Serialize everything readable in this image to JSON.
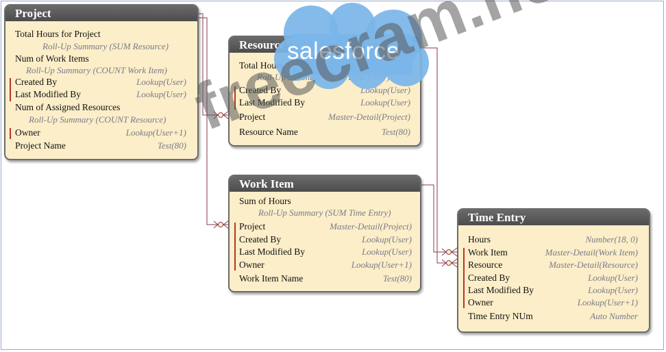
{
  "brand_text": "salesforce",
  "watermark": "freecram.net",
  "entities": {
    "project": {
      "title": "Project",
      "rows": [
        {
          "name": "Total Hours for Project",
          "sub": "Roll-Up Summary (SUM Resource)"
        },
        {
          "name": "Num of Work Items",
          "sub": "Roll-Up Summary (COUNT Work Item)"
        },
        {
          "name": "Created By",
          "type": "Lookup(User)"
        },
        {
          "name": "Last Modified By",
          "type": "Lookup(User)"
        },
        {
          "name": "Num of Assigned Resources",
          "sub": "Roll-Up Summary (COUNT Resource)"
        },
        {
          "name": "Owner",
          "type": "Lookup(User+1)"
        },
        {
          "name": "Project Name",
          "type": "Test(80)"
        }
      ]
    },
    "resource": {
      "title": "Resource",
      "rows": [
        {
          "name": "Total Hours",
          "sub": "Roll-Up Summary (SUM Time Entry)"
        },
        {
          "name": "Created By",
          "type": "Lookup(User)"
        },
        {
          "name": "Last Modified By",
          "type": "Lookup(User)"
        },
        {
          "name": "Project",
          "type": "Master-Detail(Project)"
        },
        {
          "name": "Resource Name",
          "type": "Test(80)"
        }
      ]
    },
    "work_item": {
      "title": "Work Item",
      "rows": [
        {
          "name": "Sum of Hours",
          "sub": "Roll-Up Summary (SUM Time Entry)"
        },
        {
          "name": "Project",
          "type": "Master-Detail(Project)"
        },
        {
          "name": "Created By",
          "type": "Lookup(User)"
        },
        {
          "name": "Last Modified By",
          "type": "Lookup(User)"
        },
        {
          "name": "Owner",
          "type": "Lookup(User+1)"
        },
        {
          "name": "Work Item Name",
          "type": "Test(80)"
        }
      ]
    },
    "time_entry": {
      "title": "Time Entry",
      "rows": [
        {
          "name": "Hours",
          "type": "Number(18, 0)"
        },
        {
          "name": "Work Item",
          "type": "Master-Detail(Work Item)"
        },
        {
          "name": "Resource",
          "type": "Master-Detail(Resource)"
        },
        {
          "name": "Created By",
          "type": "Lookup(User)"
        },
        {
          "name": "Last Modified By",
          "type": "Lookup(User)"
        },
        {
          "name": "Owner",
          "type": "Lookup(User+1)"
        },
        {
          "name": "Time Entry NUm",
          "type": "Auto Number"
        }
      ]
    }
  },
  "colors": {
    "entity_fill": "#fbeec8",
    "header": "#5a5a5a",
    "connector": "#8a3a4a",
    "marker": "#b8332e",
    "cloud": "#7bb6ea"
  }
}
